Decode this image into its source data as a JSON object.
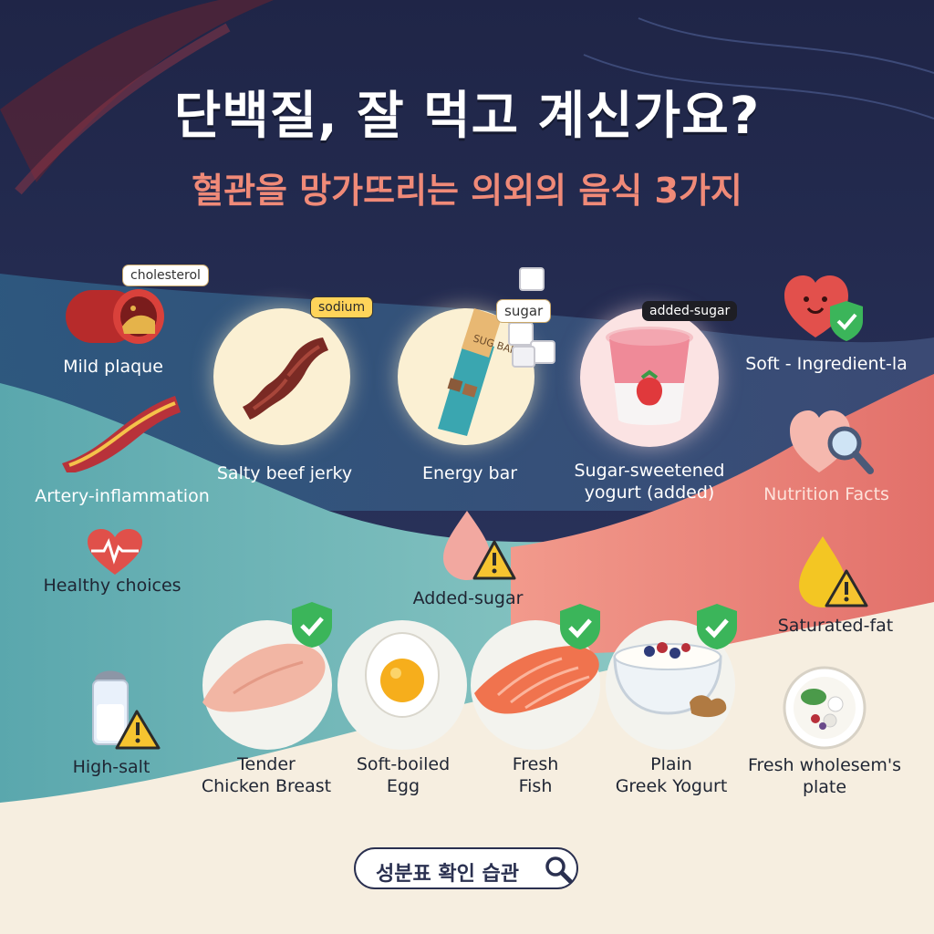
{
  "header": {
    "title": "단백질, 잘 먹고 계신가요?",
    "subtitle": "혈관을 망가뜨리는 의외의 음식 3가지"
  },
  "top_foods": [
    {
      "label": "Salty beef jerky",
      "tag": "sodium",
      "icon": "beef-jerky-icon"
    },
    {
      "label": "Energy bar",
      "tag": "sugar",
      "icon": "energy-bar-icon",
      "bar_print": "SUG BAR"
    },
    {
      "label": "Sugar-sweetened\nyogurt (added)",
      "tag": "added-sugar",
      "icon": "yogurt-cup-icon"
    }
  ],
  "artery": {
    "plaque_label": "Mild plaque",
    "plaque_tag": "cholesterol",
    "inflammation_label": "Artery-inflammation",
    "healthy_label": "Healthy choices"
  },
  "right_side": {
    "heart_label": "Soft - Ingredient-la",
    "facts_label": "Nutrition Facts",
    "sat_fat_label": "Saturated-fat",
    "plate_label": "Fresh wholesem's\nplate"
  },
  "warnings": {
    "added_sugar_label": "Added-sugar",
    "salt_label": "High-salt"
  },
  "good_foods": [
    {
      "label": "Tender\nChicken Breast",
      "icon": "chicken-breast-icon",
      "checked": true
    },
    {
      "label": "Soft-boiled\nEgg",
      "icon": "egg-icon",
      "checked": false
    },
    {
      "label": "Fresh\nFish",
      "icon": "salmon-icon",
      "checked": true
    },
    {
      "label": "Plain\nGreek Yogurt",
      "icon": "greek-yogurt-bowl-icon",
      "checked": true
    }
  ],
  "footer": {
    "habit_label": "성분표 확인 습관",
    "icon": "search-icon"
  },
  "colors": {
    "navy": "#22294f",
    "teal": "#6fb6b8",
    "coral": "#e9857a",
    "cream": "#f7efe2",
    "subtitle": "#f08a78",
    "check_green": "#3bb55a",
    "warning_yellow": "#f3c623"
  }
}
